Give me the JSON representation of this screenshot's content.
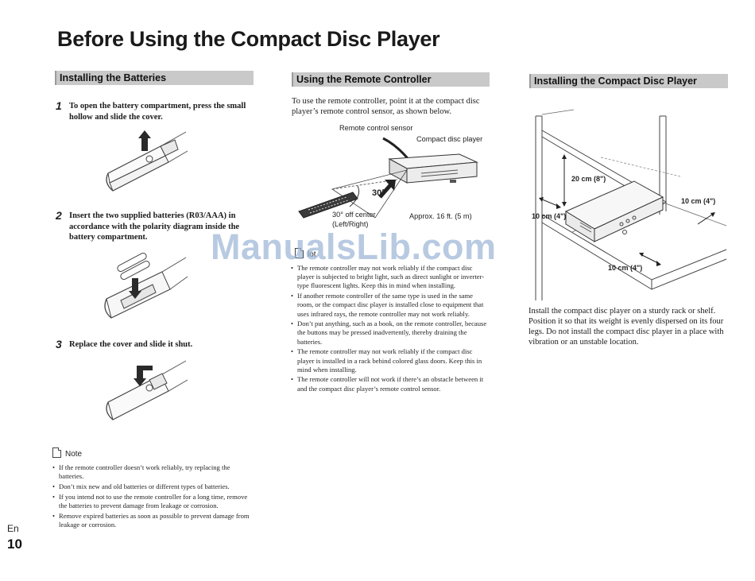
{
  "page": {
    "title": "Before Using the Compact Disc Player",
    "lang": "En",
    "number": "10"
  },
  "watermark": "ManualsLib.com",
  "batteries": {
    "heading": "Installing the Batteries",
    "steps": [
      {
        "num": "1",
        "text": "To open the battery compartment, press the small hollow and slide the cover."
      },
      {
        "num": "2",
        "text": "Insert the two supplied batteries (R03/AAA) in accordance with the polarity diagram inside the battery compartment."
      },
      {
        "num": "3",
        "text": "Replace the cover and slide it shut."
      }
    ],
    "note_title": "Note",
    "notes": [
      "If the remote controller doesn’t work reliably, try replacing the batteries.",
      "Don’t mix new and old batteries or different types of batteries.",
      "If you intend not to use the remote controller for a long time, remove the batteries to prevent damage from leakage or corrosion.",
      "Remove expired batteries as soon as possible to prevent damage from leakage or corrosion."
    ]
  },
  "remote": {
    "heading": "Using the Remote Controller",
    "intro": "To use the remote controller, point it at the compact disc player’s remote control sensor, as shown below.",
    "diagram": {
      "sensor_label": "Remote control sensor",
      "player_label": "Compact disc player",
      "angle_label": "30°",
      "off_center_line1": "30° off center",
      "off_center_line2": "(Left/Right)",
      "distance_label": "Approx. 16 ft. (5 m)"
    },
    "note_title": "lot",
    "notes": [
      "The remote controller may not work reliably if the compact disc player is subjected to bright light, such as direct sunlight or inverter-type fluorescent lights. Keep this in mind when installing.",
      "If another remote controller of the same type is used in the same room, or the compact disc player is installed close to equipment that uses infrared rays, the remote controller may not work reliably.",
      "Don’t put anything, such as a book, on the remote controller, because the buttons may be pressed inadvertently, thereby draining the batteries.",
      "The remote controller may not work reliably if the compact disc player is installed in a rack behind colored glass doors. Keep this in mind when installing.",
      "The remote controller will not work if there’s an obstacle between it and the compact disc player’s remote control sensor."
    ]
  },
  "install": {
    "heading": "Installing the Compact Disc Player",
    "clearance_top": "20 cm (8\")",
    "clearance_left": "10 cm (4\")",
    "clearance_right": "10 cm (4\")",
    "clearance_back": "10 cm (4\")",
    "text": "Install the compact disc player on a sturdy rack or shelf. Position it so that its weight is evenly dispersed on its four legs. Do not install the compact disc player in a place with vibration or an unstable location."
  }
}
